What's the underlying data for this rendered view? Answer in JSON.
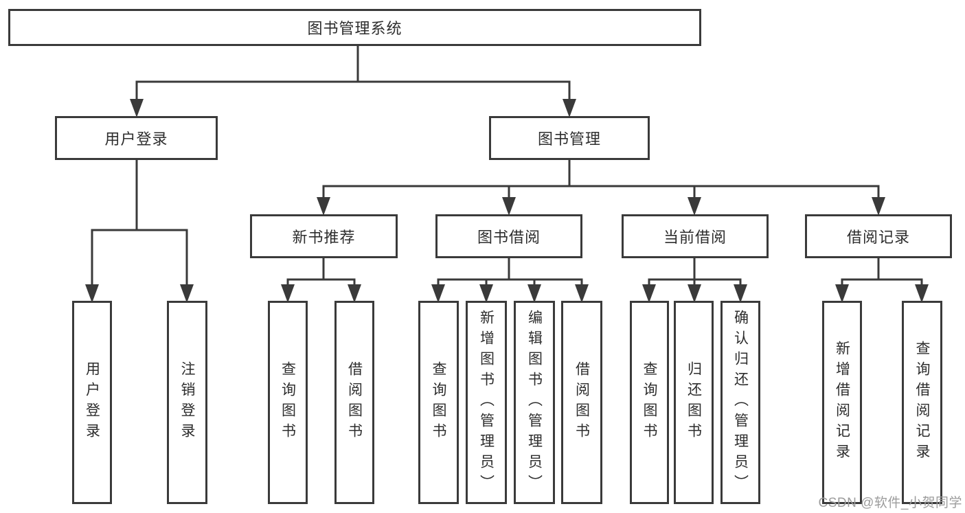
{
  "colors": {
    "line": "#3a3a3a",
    "text": "#2d2d2d",
    "watermark": "#9c9c9c",
    "bg": "#ffffff"
  },
  "tree": {
    "root": "图书管理系统",
    "login": {
      "label": "用户登录",
      "children": [
        "用户登录",
        "注销登录"
      ]
    },
    "mgmt": {
      "label": "图书管理",
      "sections": [
        {
          "label": "新书推荐",
          "children": [
            "查询图书",
            "借阅图书"
          ]
        },
        {
          "label": "图书借阅",
          "children": [
            "查询图书",
            "新增图书（管理员）",
            "编辑图书（管理员）",
            "借阅图书"
          ]
        },
        {
          "label": "当前借阅",
          "children": [
            "查询图书",
            "归还图书",
            "确认归还（管理员）"
          ]
        },
        {
          "label": "借阅记录",
          "children": [
            "新增借阅记录",
            "查询借阅记录"
          ]
        }
      ]
    }
  },
  "watermark": "CSDN @软件_小贺同学"
}
